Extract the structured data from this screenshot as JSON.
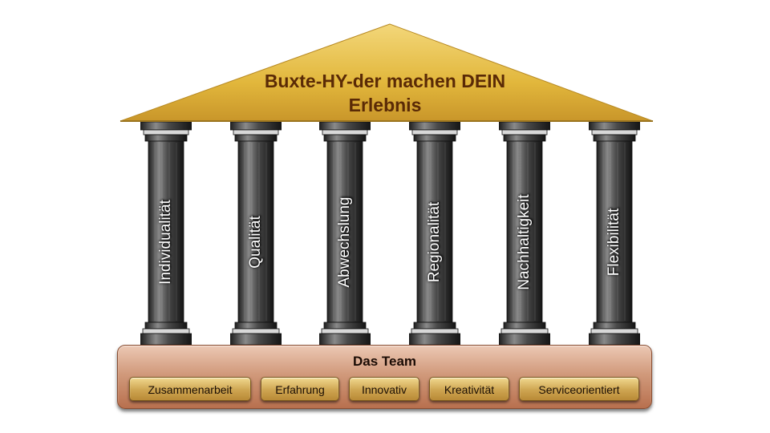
{
  "roof": {
    "title_line1": "Buxte-HY-der machen DEIN",
    "title_line2": "Erlebnis"
  },
  "pillars": [
    {
      "label": "Individualität"
    },
    {
      "label": "Qualität"
    },
    {
      "label": "Abwechslung"
    },
    {
      "label": "Regionalität"
    },
    {
      "label": "Nachhaltigkeit"
    },
    {
      "label": "Flexibilität"
    }
  ],
  "base": {
    "title": "Das Team",
    "skills": [
      {
        "label": "Zusammenarbeit"
      },
      {
        "label": "Erfahrung"
      },
      {
        "label": "Innovativ"
      },
      {
        "label": "Kreativität"
      },
      {
        "label": "Serviceorientiert"
      }
    ]
  },
  "colors": {
    "roof": "#e2b73c",
    "roof_text": "#5a2a06",
    "pillar": "#3a3a3a",
    "base": "#d19a7c",
    "skill": "#cea551"
  }
}
